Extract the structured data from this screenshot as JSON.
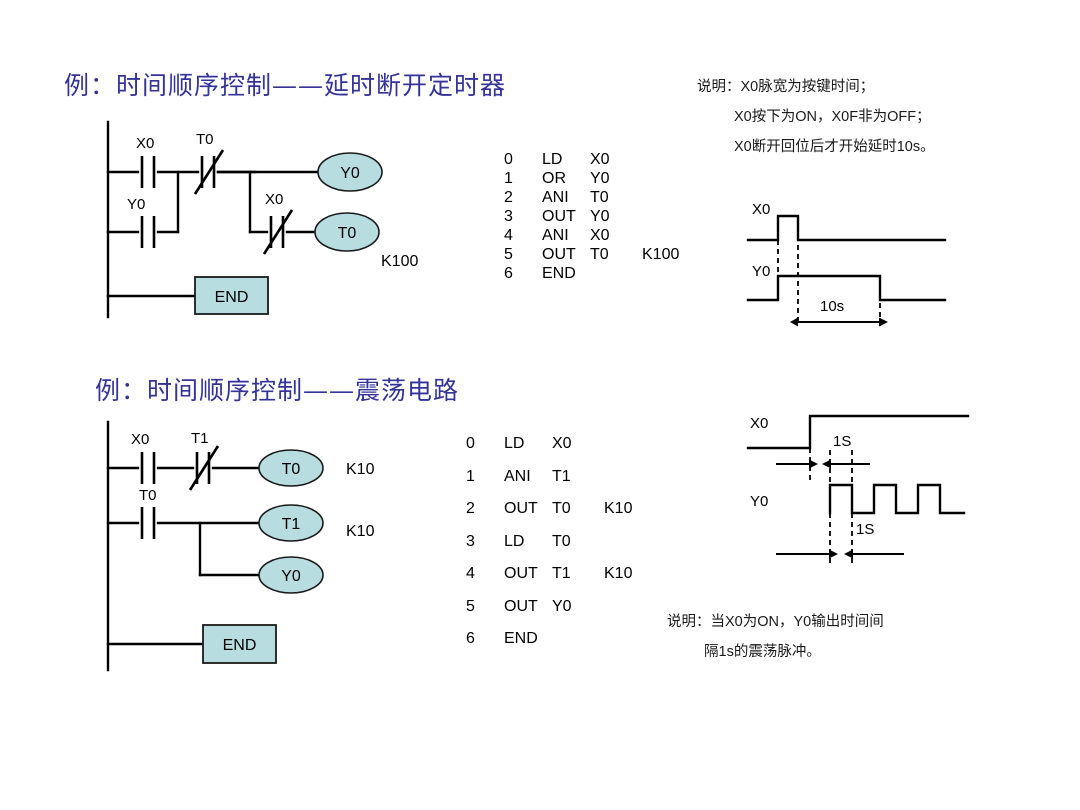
{
  "page": {
    "background": "#ffffff",
    "title_color": "#333399",
    "shape_fill": "#b7dde1",
    "shape_stroke": "#1a1a1a",
    "line_color": "#000000"
  },
  "sections": [
    {
      "id": "delay-off-timer",
      "title": "例：时间顺序控制——延时断开定时器",
      "ladder": {
        "rungs": [
          {
            "contacts": [
              {
                "label": "X0",
                "type": "no"
              },
              {
                "label": "T0",
                "type": "nc"
              }
            ],
            "branch_contacts": [
              {
                "label": "Y0",
                "type": "no"
              }
            ],
            "coils": [
              {
                "label": "Y0",
                "preset": ""
              },
              {
                "label": "T0",
                "preset": "K100",
                "series_contact": {
                  "label": "X0",
                  "type": "nc"
                }
              }
            ]
          }
        ],
        "end_block": "END"
      },
      "mnemonics": {
        "columns": [
          "step",
          "instruction",
          "operand",
          "constant"
        ],
        "rows": [
          {
            "step": "0",
            "instruction": "LD",
            "operand": "X0",
            "constant": ""
          },
          {
            "step": "1",
            "instruction": "OR",
            "operand": "Y0",
            "constant": ""
          },
          {
            "step": "2",
            "instruction": "ANI",
            "operand": "T0",
            "constant": ""
          },
          {
            "step": "3",
            "instruction": "OUT",
            "operand": "Y0",
            "constant": ""
          },
          {
            "step": "4",
            "instruction": "ANI",
            "operand": "X0",
            "constant": ""
          },
          {
            "step": "5",
            "instruction": "OUT",
            "operand": "T0",
            "constant": "K100"
          },
          {
            "step": "6",
            "instruction": "END",
            "operand": "",
            "constant": ""
          }
        ]
      },
      "note": {
        "lines": [
          "说明：X0脉宽为按键时间；",
          "X0按下为ON，X0F非为OFF；",
          "X0断开回位后才开始延时10s。"
        ]
      },
      "timing": {
        "signals": [
          {
            "name": "X0",
            "shape": "pulse-narrow"
          },
          {
            "name": "Y0",
            "shape": "pulse-wide"
          }
        ],
        "measure": {
          "label": "10s"
        }
      }
    },
    {
      "id": "oscillator-circuit",
      "title": "例：时间顺序控制——震荡电路",
      "ladder": {
        "rungs": [
          {
            "contacts": [
              {
                "label": "X0",
                "type": "no"
              },
              {
                "label": "T1",
                "type": "nc"
              }
            ],
            "coils": [
              {
                "label": "T0",
                "preset": "K10"
              }
            ]
          },
          {
            "contacts": [
              {
                "label": "T0",
                "type": "no"
              }
            ],
            "coils": [
              {
                "label": "T1",
                "preset": "K10"
              },
              {
                "label": "Y0",
                "preset": ""
              }
            ]
          }
        ],
        "end_block": "END"
      },
      "mnemonics": {
        "columns": [
          "step",
          "instruction",
          "operand",
          "constant"
        ],
        "rows": [
          {
            "step": "0",
            "instruction": "LD",
            "operand": "X0",
            "constant": ""
          },
          {
            "step": "1",
            "instruction": "ANI",
            "operand": "T1",
            "constant": ""
          },
          {
            "step": "2",
            "instruction": "OUT",
            "operand": "T0",
            "constant": "K10"
          },
          {
            "step": "3",
            "instruction": "LD",
            "operand": "T0",
            "constant": ""
          },
          {
            "step": "4",
            "instruction": "OUT",
            "operand": "T1",
            "constant": "K10"
          },
          {
            "step": "5",
            "instruction": "OUT",
            "operand": "Y0",
            "constant": ""
          },
          {
            "step": "6",
            "instruction": "END",
            "operand": "",
            "constant": ""
          }
        ]
      },
      "note": {
        "lines": [
          "说明：当X0为ON，Y0输出时间间",
          "隔1s的震荡脉冲。"
        ]
      },
      "timing": {
        "signals": [
          {
            "name": "X0",
            "shape": "step-up"
          },
          {
            "name": "Y0",
            "shape": "oscillating"
          }
        ],
        "measures": [
          {
            "label": "1S"
          },
          {
            "label": "1S"
          }
        ]
      }
    }
  ]
}
